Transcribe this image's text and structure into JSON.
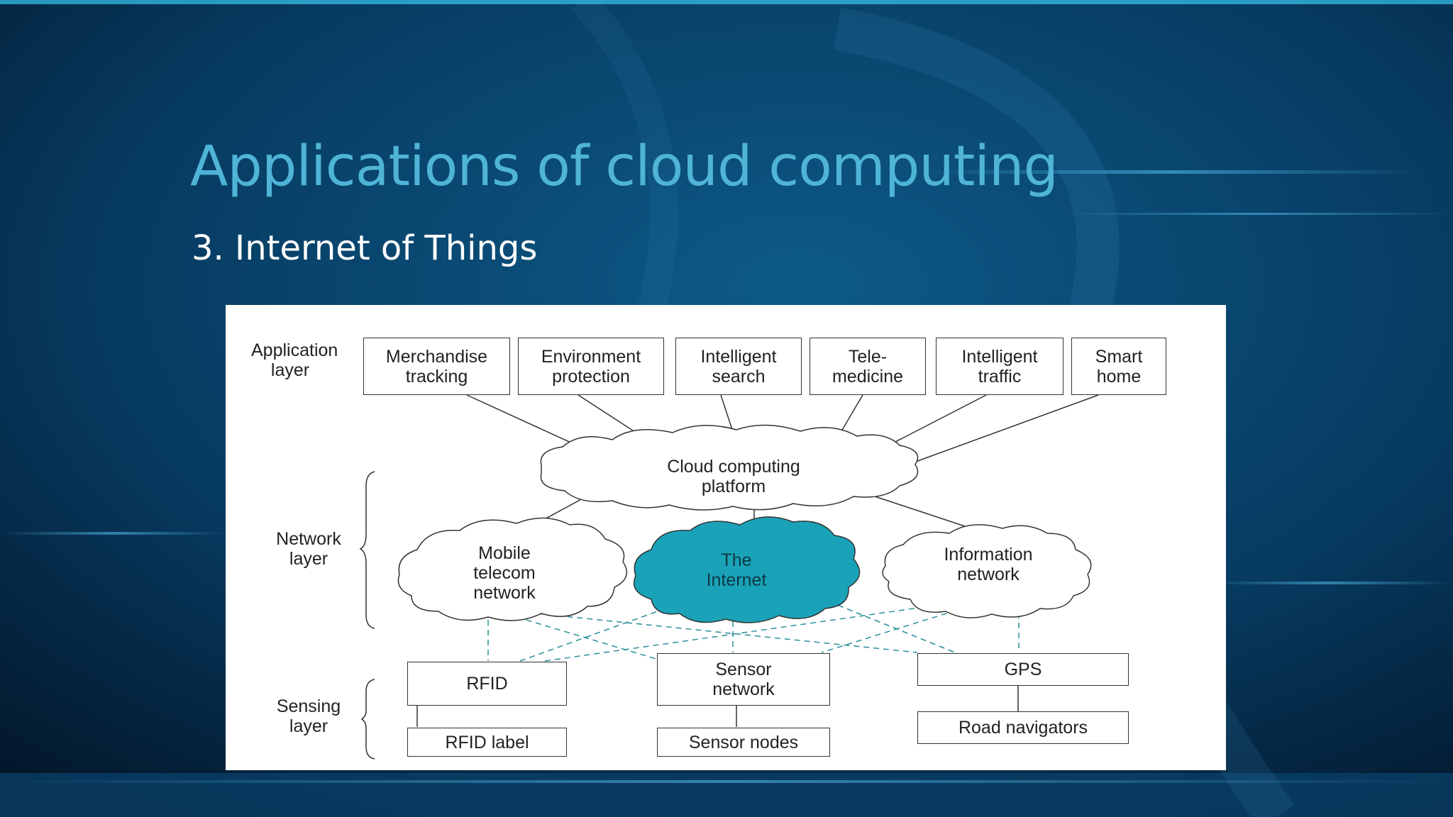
{
  "slide": {
    "title": "Applications of cloud computing",
    "subtitle": "3. Internet of Things"
  },
  "diagram": {
    "layers": {
      "application": "Application\nlayer",
      "network": "Network\nlayer",
      "sensing": "Sensing\nlayer"
    },
    "applications": [
      "Merchandise\ntracking",
      "Environment\nprotection",
      "Intelligent\nsearch",
      "Tele-\nmedicine",
      "Intelligent\ntraffic",
      "Smart\nhome"
    ],
    "cloud_platform": "Cloud computing\nplatform",
    "networks": {
      "mobile": "Mobile\ntelecom\nnetwork",
      "internet": "The\nInternet",
      "information": "Information\nnetwork"
    },
    "sensing": {
      "rfid": "RFID",
      "rfid_label": "RFID label",
      "sensor_network": "Sensor\nnetwork",
      "sensor_nodes": "Sensor nodes",
      "gps": "GPS",
      "road_navigators": "Road navigators"
    },
    "colors": {
      "internet_fill": "#1aa3b8",
      "box_border": "#333333"
    }
  }
}
